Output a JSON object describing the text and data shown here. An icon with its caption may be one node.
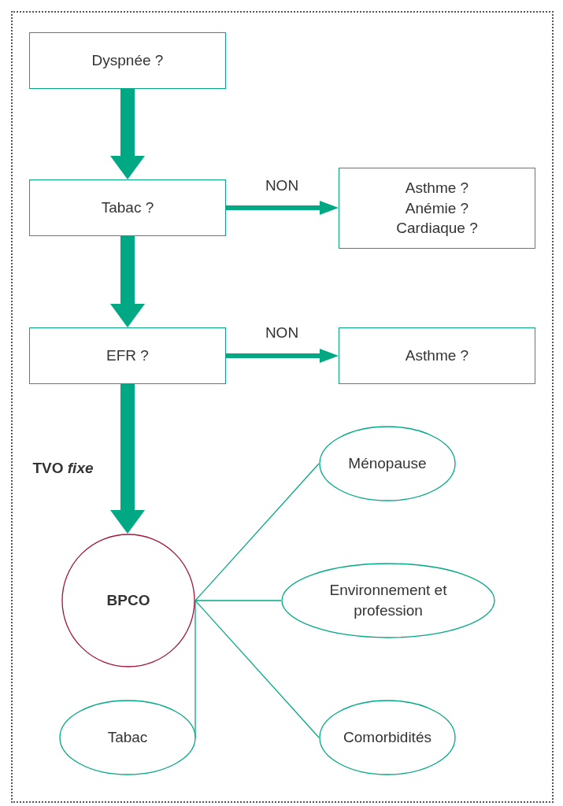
{
  "diagram": {
    "nodes": [
      {
        "text": [
          "Dyspnée ?"
        ]
      },
      {
        "text": [
          "Tabac ?"
        ]
      },
      {
        "text": [
          "Asthme ?",
          "Anémie ?",
          "Cardiaque ?"
        ]
      },
      {
        "text": [
          "EFR ?"
        ]
      },
      {
        "text": [
          "Asthme ?"
        ]
      },
      {
        "text": [
          "BPCO"
        ]
      },
      {
        "text": [
          "Ménopause"
        ]
      },
      {
        "text": [
          "Environnement et profession"
        ]
      },
      {
        "text": [
          "Comorbidités"
        ]
      },
      {
        "text": [
          "Tabac"
        ]
      }
    ],
    "edges": [
      {
        "from": 0,
        "to": 1,
        "arrow": "to",
        "style": "thick"
      },
      {
        "from": 1,
        "to": 2,
        "arrow": "to",
        "label": "NON"
      },
      {
        "from": 1,
        "to": 3,
        "arrow": "to",
        "style": "thick"
      },
      {
        "from": 3,
        "to": 4,
        "arrow": "to",
        "label": "NON"
      },
      {
        "from": 3,
        "to": 5,
        "arrow": "to",
        "style": "thick",
        "label": "TVO *fixe*"
      },
      {
        "from": 5,
        "to": 6,
        "arrow": "none"
      },
      {
        "from": 5,
        "to": 7,
        "arrow": "none"
      },
      {
        "from": 5,
        "to": 8,
        "arrow": "none"
      },
      {
        "from": 5,
        "to": 9,
        "arrow": "none"
      }
    ]
  }
}
